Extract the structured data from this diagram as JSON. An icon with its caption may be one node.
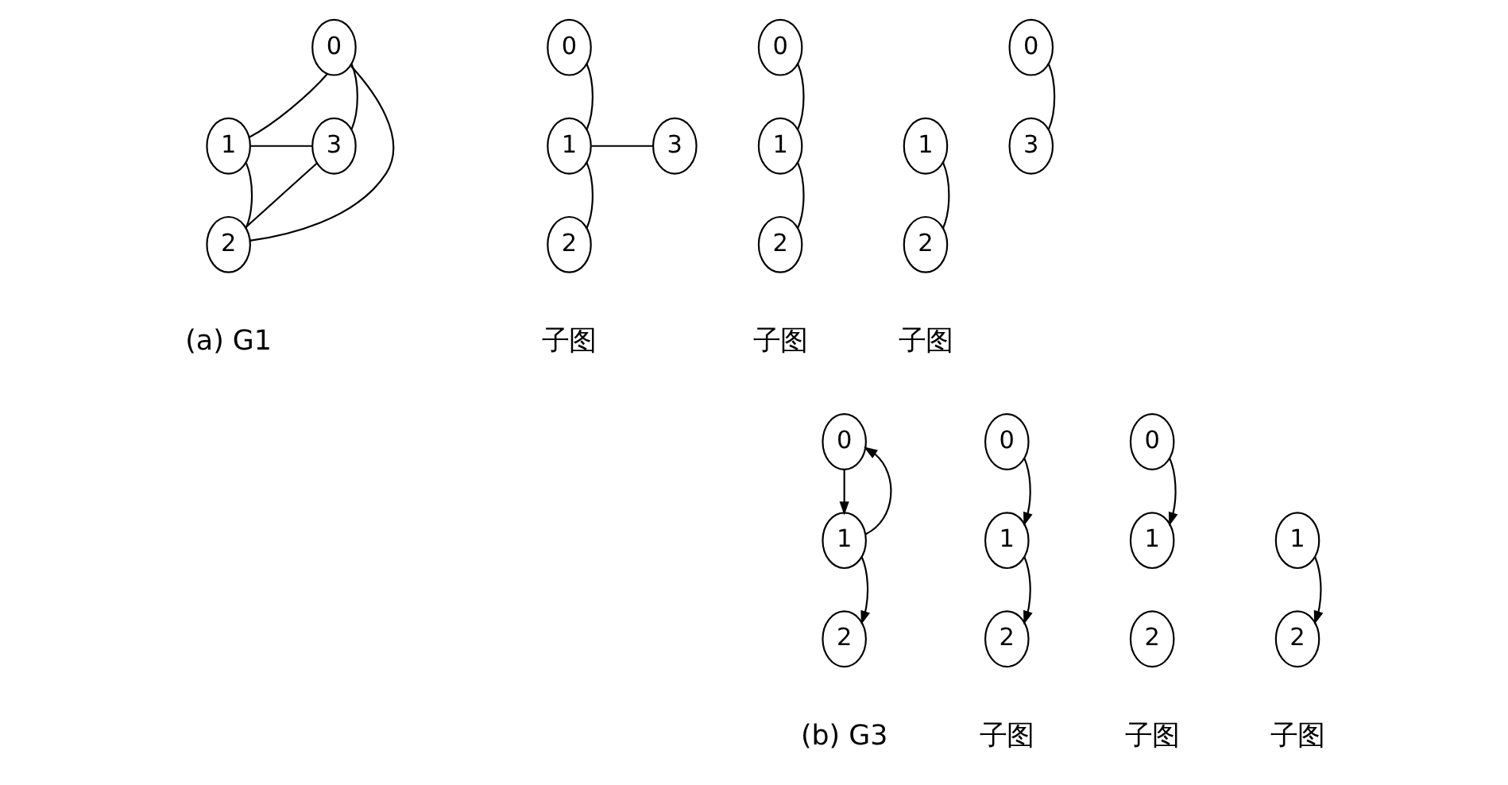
{
  "diagram": {
    "nodes": [
      {
        "text": [
          "0"
        ]
      },
      {
        "text": [
          "1"
        ]
      },
      {
        "text": [
          "3"
        ]
      },
      {
        "text": [
          "2"
        ]
      },
      {
        "text": [
          "0"
        ]
      },
      {
        "text": [
          "1"
        ]
      },
      {
        "text": [
          "3"
        ]
      },
      {
        "text": [
          "2"
        ]
      },
      {
        "text": [
          "0"
        ]
      },
      {
        "text": [
          "1"
        ]
      },
      {
        "text": [
          "2"
        ]
      },
      {
        "text": [
          "0"
        ]
      },
      {
        "text": [
          "1"
        ]
      },
      {
        "text": [
          "3"
        ]
      },
      {
        "text": [
          "2"
        ]
      },
      {
        "text": [
          "0"
        ]
      },
      {
        "text": [
          "1"
        ]
      },
      {
        "text": [
          "2"
        ]
      },
      {
        "text": [
          "0"
        ]
      },
      {
        "text": [
          "1"
        ]
      },
      {
        "text": [
          "2"
        ]
      },
      {
        "text": [
          "0"
        ]
      },
      {
        "text": [
          "1"
        ]
      },
      {
        "text": [
          "2"
        ]
      },
      {
        "text": [
          "1"
        ]
      },
      {
        "text": [
          "2"
        ]
      }
    ],
    "edges": [
      {
        "from": 0,
        "to": 1,
        "arrow": "none"
      },
      {
        "from": 0,
        "to": 2,
        "arrow": "none"
      },
      {
        "from": 0,
        "to": 3,
        "arrow": "none"
      },
      {
        "from": 1,
        "to": 2,
        "arrow": "none"
      },
      {
        "from": 1,
        "to": 3,
        "arrow": "none"
      },
      {
        "from": 2,
        "to": 3,
        "arrow": "none"
      },
      {
        "from": 4,
        "to": 5,
        "arrow": "none"
      },
      {
        "from": 5,
        "to": 6,
        "arrow": "none"
      },
      {
        "from": 5,
        "to": 7,
        "arrow": "none"
      },
      {
        "from": 8,
        "to": 9,
        "arrow": "none"
      },
      {
        "from": 9,
        "to": 10,
        "arrow": "none"
      },
      {
        "from": 11,
        "to": 13,
        "arrow": "none"
      },
      {
        "from": 12,
        "to": 14,
        "arrow": "none"
      },
      {
        "from": 15,
        "to": 16,
        "arrow": "to"
      },
      {
        "from": 16,
        "to": 15,
        "arrow": "to"
      },
      {
        "from": 16,
        "to": 17,
        "arrow": "to"
      },
      {
        "from": 18,
        "to": 19,
        "arrow": "to"
      },
      {
        "from": 19,
        "to": 20,
        "arrow": "to"
      },
      {
        "from": 21,
        "to": 22,
        "arrow": "to"
      },
      {
        "from": 24,
        "to": 25,
        "arrow": "to"
      }
    ],
    "labels": [
      "(a) G1",
      "子图",
      "子图",
      "子图",
      "(b) G3",
      "子图",
      "子图",
      "子图"
    ]
  }
}
